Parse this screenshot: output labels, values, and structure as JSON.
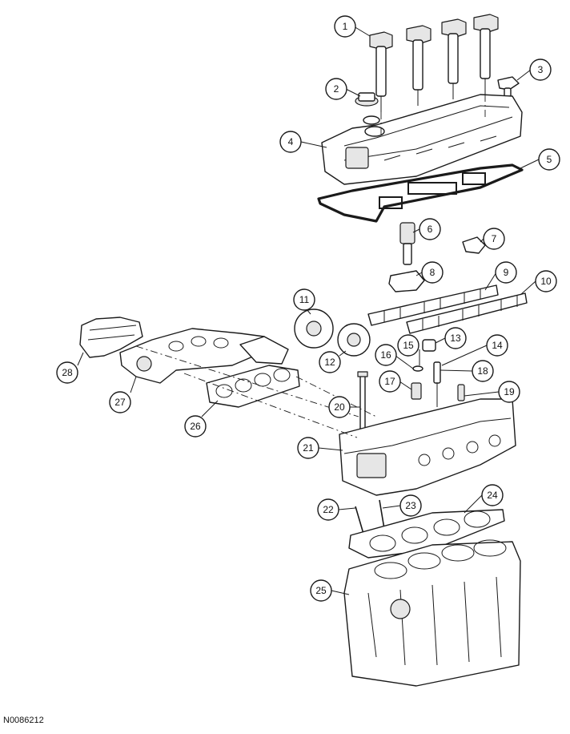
{
  "figure_id": "N0086212",
  "callouts": [
    "1",
    "2",
    "3",
    "4",
    "5",
    "6",
    "7",
    "8",
    "9",
    "10",
    "11",
    "12",
    "13",
    "14",
    "15",
    "16",
    "17",
    "18",
    "19",
    "20",
    "21",
    "22",
    "23",
    "24",
    "25",
    "26",
    "27",
    "28"
  ]
}
